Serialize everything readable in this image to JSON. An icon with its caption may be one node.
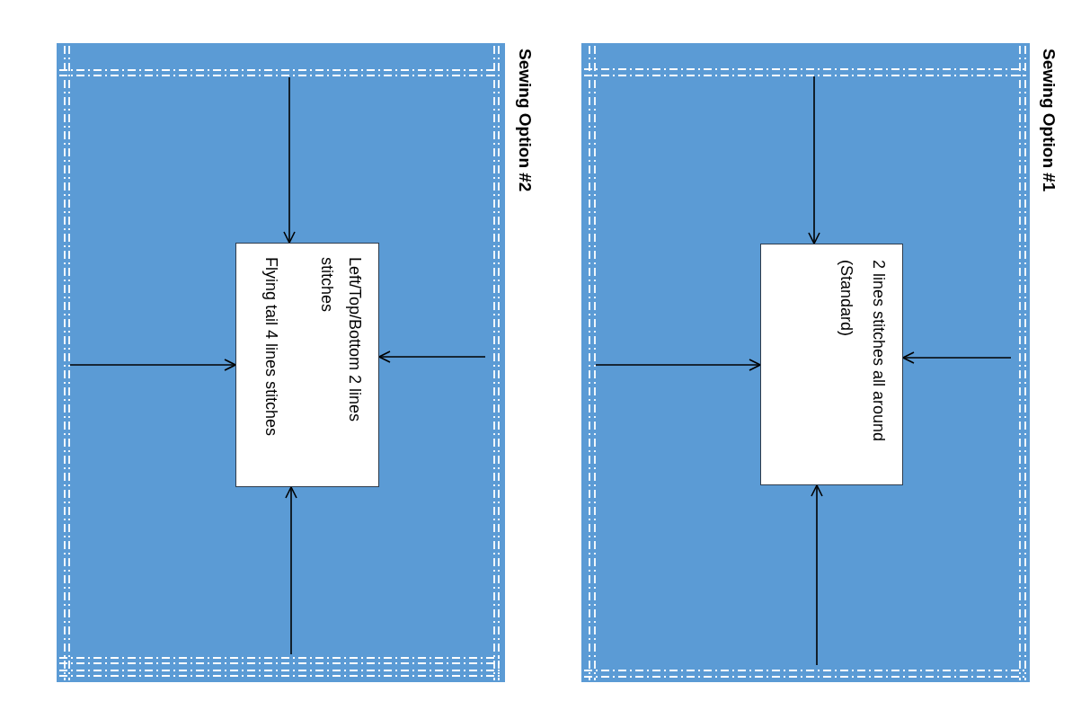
{
  "diagram": {
    "nodes": [
      {
        "text": [
          "Sewing Option #1"
        ]
      },
      {
        "text": [
          "2 lines stitches all around (Standard)"
        ],
        "in": 0
      },
      {
        "text": [
          "Sewing Option #2"
        ]
      },
      {
        "text": [
          "Left/Top/Bottom 2 lines stitches",
          "Flying tail 4 lines stitches"
        ],
        "in": 2
      }
    ],
    "edges": [
      {
        "from": null,
        "to": 1,
        "arrow": "to"
      },
      {
        "from": null,
        "to": 1,
        "arrow": "to"
      },
      {
        "from": null,
        "to": 1,
        "arrow": "to"
      },
      {
        "from": null,
        "to": 1,
        "arrow": "to"
      },
      {
        "from": null,
        "to": 3,
        "arrow": "to"
      },
      {
        "from": null,
        "to": 3,
        "arrow": "to"
      },
      {
        "from": null,
        "to": 3,
        "arrow": "to"
      },
      {
        "from": null,
        "to": 3,
        "arrow": "to"
      }
    ]
  }
}
